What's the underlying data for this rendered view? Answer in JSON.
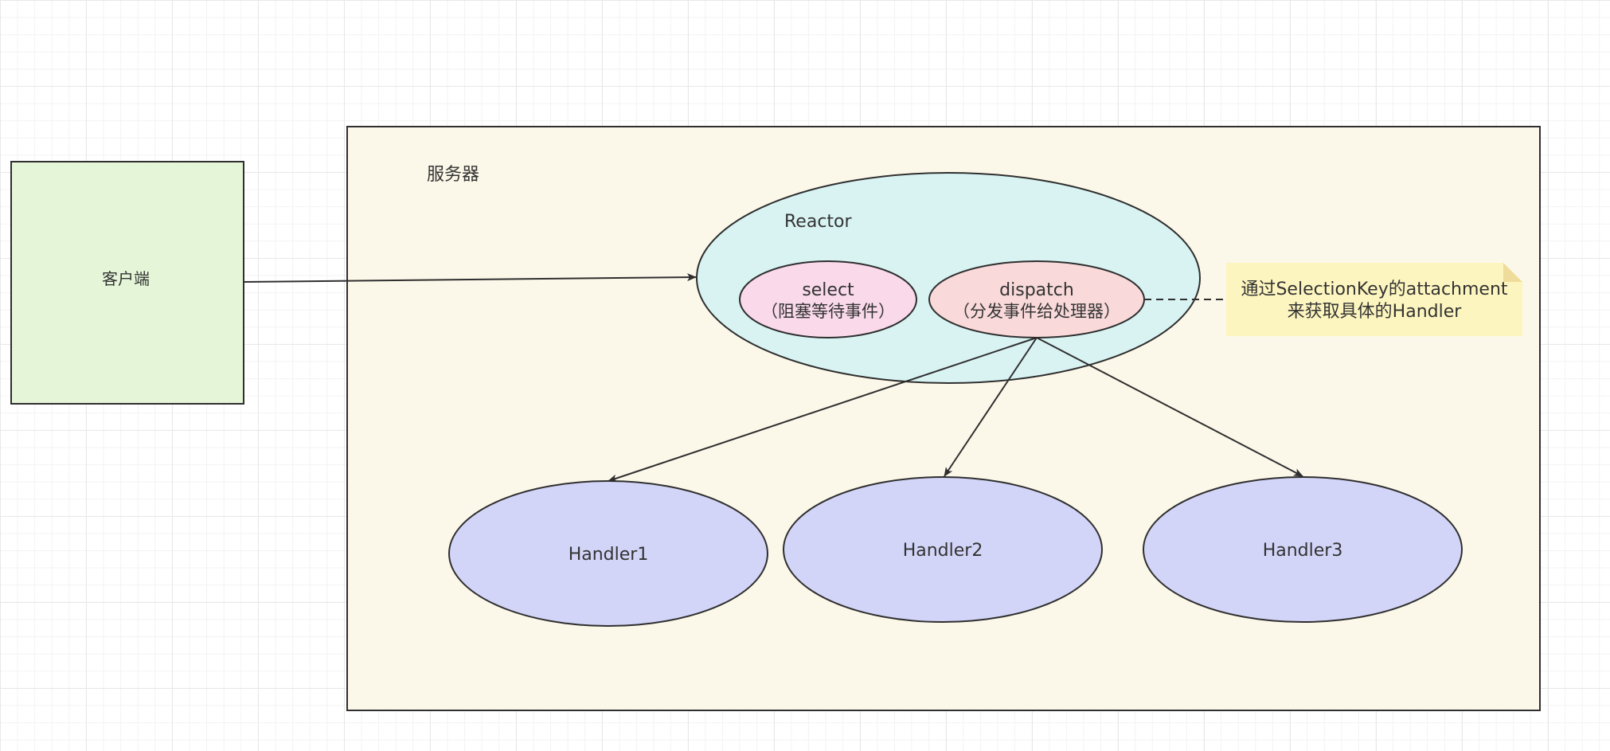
{
  "colors": {
    "client_fill": "#e4f5d8",
    "server_fill": "#fcf8e9",
    "reactor_fill": "#d9f3f3",
    "select_fill": "#f9d9ea",
    "dispatch_fill": "#f9d9d9",
    "handler_fill": "#d2d5f7",
    "note_fill": "#fdf5bf",
    "note_fold": "#efdc9a",
    "stroke": "#2f2f2f"
  },
  "client": {
    "label": "客户端"
  },
  "server": {
    "label": "服务器"
  },
  "reactor": {
    "label": "Reactor",
    "select": {
      "line1": "select",
      "line2": "（阻塞等待事件）"
    },
    "dispatch": {
      "line1": "dispatch",
      "line2": "（分发事件给处理器）"
    }
  },
  "handlers": [
    {
      "label": "Handler1"
    },
    {
      "label": "Handler2"
    },
    {
      "label": "Handler3"
    }
  ],
  "note": {
    "line1": "通过SelectionKey的attachment",
    "line2": "来获取具体的Handler"
  }
}
